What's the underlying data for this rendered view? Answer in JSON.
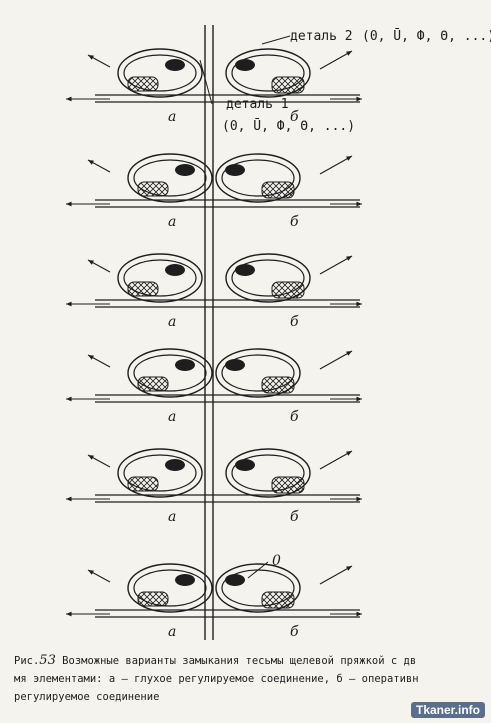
{
  "labels": {
    "part2": "деталь 2",
    "part2_variants": "(0, Ū, Ф, Θ, ...)",
    "part1": "деталь 1",
    "part1_variants": "(0, Ū, Ф, Θ, ...)",
    "left": "а",
    "right": "б",
    "zero": "0"
  },
  "caption": {
    "prefix": "Рис.",
    "number": "53",
    "line1": "Возможные варианты замыкания тесьмы щелевой пряжкой с дв",
    "line2": "мя элементами: а – глухое регулируемое соединение, б – оперативн",
    "line3": "регулируемое соединение"
  },
  "watermark": "Tkaner.info",
  "colors": {
    "ink": "#1e1e1e",
    "paper": "#f4f3ee"
  }
}
